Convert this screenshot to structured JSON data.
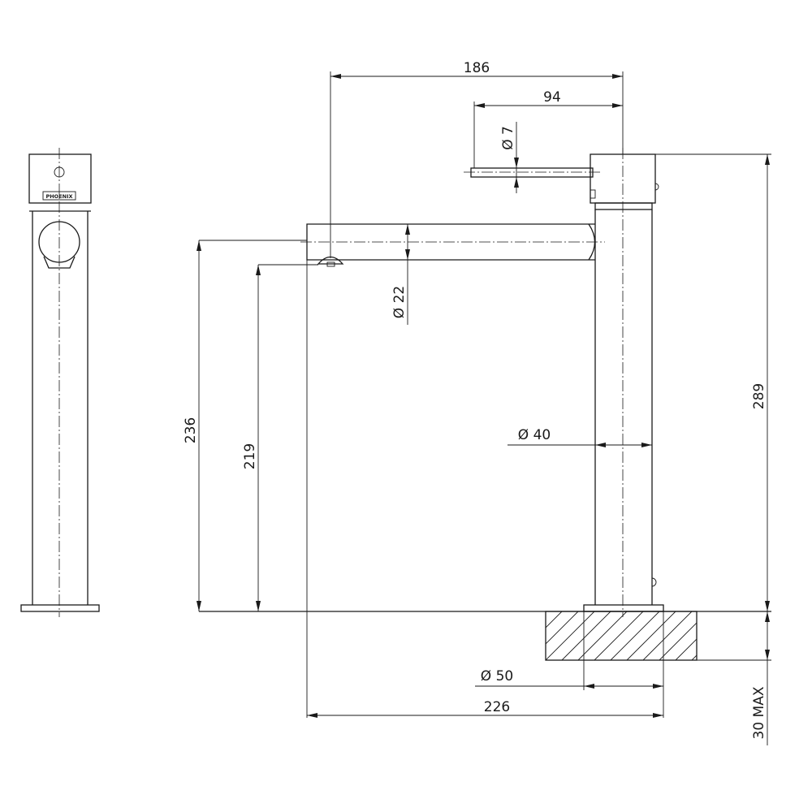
{
  "drawing": {
    "brand_mark": "PHOENIX",
    "dimensions": {
      "overall_spout_reach": "186",
      "handle_offset": "94",
      "handle_diameter": "Ø 7",
      "spout_diameter": "Ø 22",
      "body_diameter": "Ø 40",
      "spout_height": "236",
      "outlet_height": "219",
      "overall_height": "289",
      "base_diameter": "Ø 50",
      "overall_depth": "226",
      "max_bench_thickness": "30 MAX"
    }
  }
}
